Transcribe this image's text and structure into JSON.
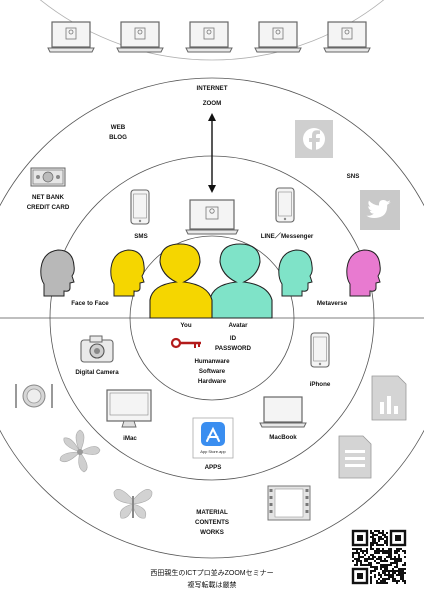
{
  "labels": {
    "internet": "INTERNET",
    "zoom": "ZOOM",
    "web": "WEB",
    "blog": "BLOG",
    "net_bank": "NET BANK",
    "credit_card": "CREDIT CARD",
    "sns": "SNS",
    "sms": "SMS",
    "line_messenger": "LINE／Messenger",
    "face_to_face": "Face to Face",
    "metaverse": "Metaverse",
    "you": "You",
    "avatar": "Avatar",
    "id": "ID",
    "password": "PASSWORD",
    "humanware": "Humanware",
    "software": "Software",
    "hardware": "Hardware",
    "digital_camera": "Digital Camera",
    "iphone": "iPhone",
    "imac": "iMac",
    "macbook": "MacBook",
    "app_store": "App Store.app",
    "apps": "APPS",
    "material": "MATERIAL",
    "contents": "CONTENTS",
    "works": "WORKS"
  },
  "footer": {
    "line1": "西田親生のICTプロ並みZOOMセミナー",
    "line2": "複写転載は厳禁"
  },
  "colors": {
    "you": "#f5d600",
    "avatar": "#7fe3c8",
    "left_head": "#b8b8b8",
    "right_head": "#e87ad0",
    "key": "#b31b1b",
    "app_store_blue": "#3a8ef0",
    "facebook_bg": "#cfcfcf",
    "twitter_bg": "#c9c9c9",
    "ring_line": "#555555"
  },
  "icons": [
    "laptop-icon",
    "facebook-icon",
    "twitter-icon",
    "money-icon",
    "phone-icon",
    "key-icon",
    "camera-icon",
    "desktop-icon",
    "app-store-icon",
    "document-icon",
    "chart-icon",
    "plate-icon",
    "flower-icon",
    "butterfly-icon",
    "film-icon",
    "qr-code-icon"
  ]
}
